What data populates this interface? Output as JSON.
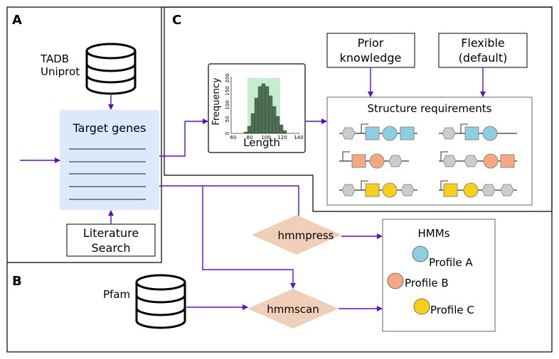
{
  "panels": {
    "a": "A",
    "b": "B",
    "c": "C"
  },
  "databases": {
    "tadb": "TADB",
    "uniprot": "Uniprot",
    "pfam": "Pfam"
  },
  "target_genes": {
    "title": "Target genes",
    "line_count": 5
  },
  "literature": {
    "line1": "Literature",
    "line2": "Search"
  },
  "histogram": {
    "ylabel": "Frequency",
    "xlabel": "Length",
    "xticks": [
      "60",
      "80",
      "100",
      "120",
      "140"
    ],
    "yticks": [
      "0",
      "50",
      "100",
      "150",
      "200"
    ]
  },
  "knowledge_boxes": {
    "prior_line1": "Prior",
    "prior_line2": "knowledge",
    "flexible_line1": "Flexible",
    "flexible_line2": "(default)"
  },
  "structure": {
    "title": "Structure requirements"
  },
  "tools": {
    "hmmpress": "hmmpress",
    "hmmscan": "hmmscan"
  },
  "hmms": {
    "title": "HMMs",
    "profiles": [
      {
        "label": "Profile A",
        "color": "#8ecfdf"
      },
      {
        "label": "Profile B",
        "color": "#f5a882"
      },
      {
        "label": "Profile C",
        "color": "#f9cf1e"
      }
    ]
  },
  "colors": {
    "arrow": "#5b0ec9",
    "diamond": "#f0cfb8",
    "target_box": "#dbe9fb",
    "hist_bar": "#4f6f57",
    "hist_band": "#c8ecd0",
    "hexagon": "#cccccc",
    "blue": "#8ecfdf",
    "orange": "#f5a882",
    "yellow": "#f9cf1e"
  }
}
